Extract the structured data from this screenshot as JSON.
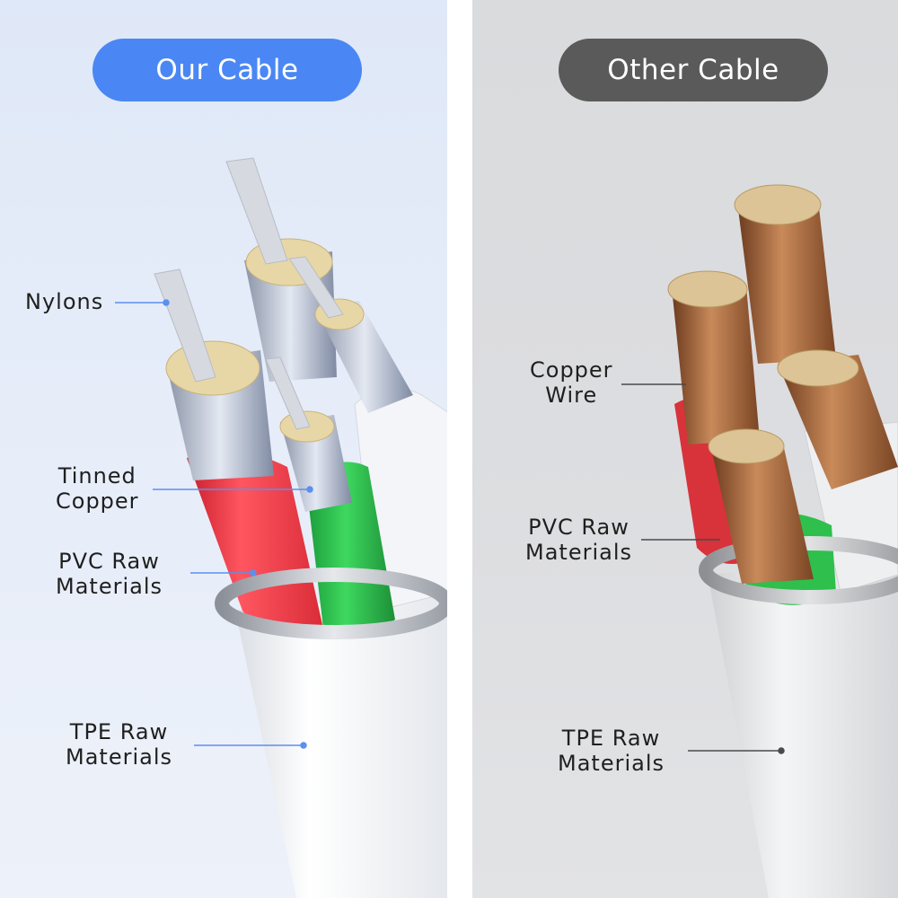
{
  "left_panel": {
    "title": "Our Cable",
    "labels": {
      "nylons": "Nylons",
      "tinned_copper_1": "Tinned",
      "tinned_copper_2": "Copper",
      "pvc_1": "PVC Raw",
      "pvc_2": "Materials",
      "tpe_1": "TPE Raw",
      "tpe_2": "Materials"
    }
  },
  "right_panel": {
    "title": "Other Cable",
    "labels": {
      "copper_1": "Copper",
      "copper_2": "Wire",
      "pvc_1": "PVC Raw",
      "pvc_2": "Materials",
      "tpe_1": "TPE Raw",
      "tpe_2": "Materials"
    }
  },
  "colors": {
    "our_pill": "#4a87f4",
    "other_pill": "#5a5a5a",
    "pointer_blue": "#5b8ff0",
    "pointer_dark": "#4a4a4a"
  }
}
